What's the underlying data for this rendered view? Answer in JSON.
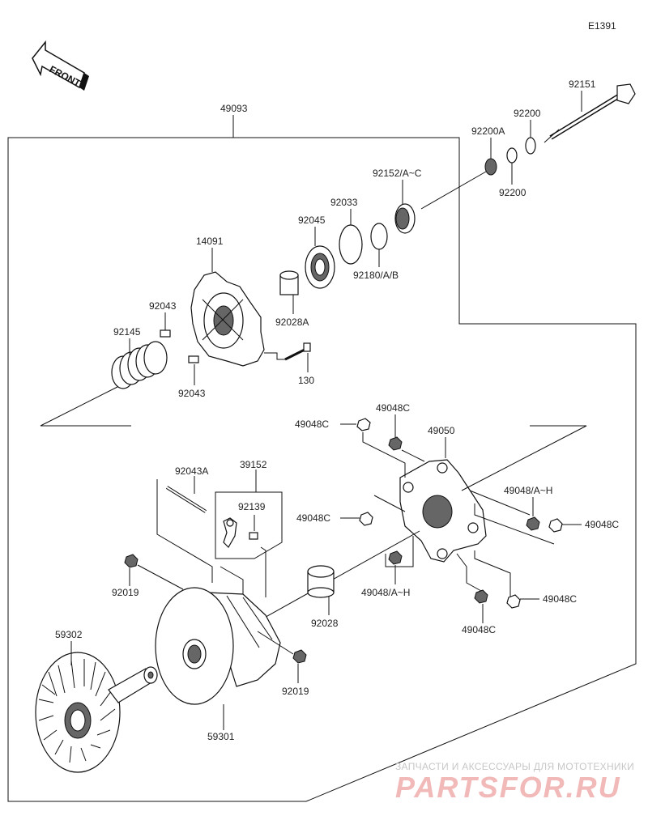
{
  "diagram_code": "E1391",
  "front_label": "FRONT",
  "parts": {
    "p49093": "49093",
    "p92151": "92151",
    "p92200_top": "92200",
    "p92200A": "92200A",
    "p92200_bottom": "92200",
    "p92152": "92152/A~C",
    "p92033": "92033",
    "p92045": "92045",
    "p92180": "92180/A/B",
    "p14091": "14091",
    "p92028A": "92028A",
    "p92043_top": "92043",
    "p92145": "92145",
    "p92043_bottom": "92043",
    "p130": "130",
    "p49048C_1": "49048C",
    "p49048C_2": "49048C",
    "p49050": "49050",
    "p92043A": "92043A",
    "p39152": "39152",
    "p92139": "92139",
    "p49048AH_right": "49048/A~H",
    "p49048C_3": "49048C",
    "p49048C_right": "49048C",
    "p92019_left": "92019",
    "p49048AH_mid": "49048/A~H",
    "p49048C_bottom": "49048C",
    "p49048C_br": "49048C",
    "p92028": "92028",
    "p59302": "59302",
    "p92019_right": "92019",
    "p59301": "59301"
  },
  "watermark": {
    "line1": "ЗАПЧАСТИ И АКСЕССУАРЫ ДЛЯ МОТОТЕХНИКИ",
    "line2": "PARTSFOR.RU"
  }
}
